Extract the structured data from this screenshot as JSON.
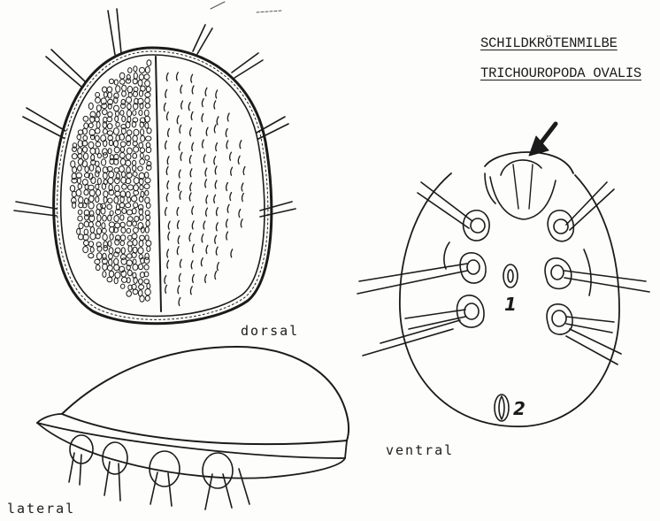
{
  "title": {
    "line1": "SCHILDKRÖTENMILBE",
    "line2": "TRICHOUROPODA OVALIS"
  },
  "views": {
    "dorsal": "dorsal",
    "lateral": "lateral",
    "ventral": "ventral"
  },
  "markers": {
    "one": "1",
    "two": "2"
  },
  "colors": {
    "ink": "#1b1b1b",
    "paper": "#fdfdfb"
  }
}
